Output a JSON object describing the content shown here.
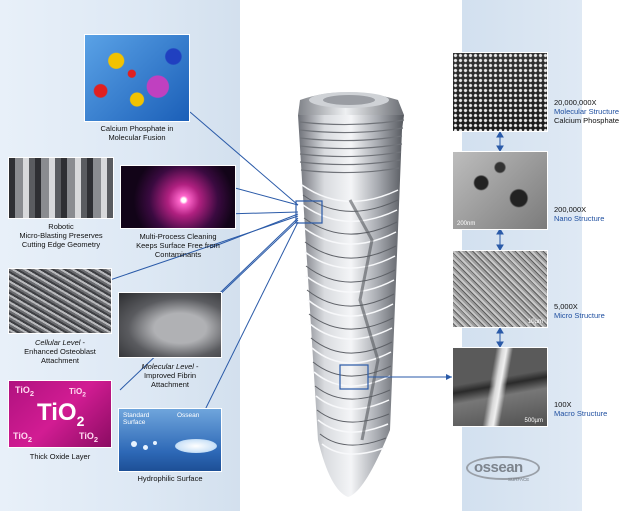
{
  "colors": {
    "line": "#2a5aa8",
    "accent": "#1f4fa0",
    "panel_bg": "#dfe9f4"
  },
  "left_panels": [
    {
      "name": "calcium-phosphate",
      "line1": "Calcium Phosphate in",
      "line2": "Molecular Fusion"
    },
    {
      "name": "robotic",
      "line1": "Robotic",
      "line2": "Micro-Blasting Preserves",
      "line3": "Cutting Edge Geometry"
    },
    {
      "name": "multi-process",
      "line1": "Multi-Process Cleaning",
      "line2": "Keeps Surface Free from",
      "line3": "Contaminants"
    },
    {
      "name": "cellular",
      "italic": "Cellular Level",
      "rest": " -",
      "line2": "Enhanced Osteoblast",
      "line3": "Attachment"
    },
    {
      "name": "molecular",
      "italic": "Molecular Level",
      "rest": " -",
      "line2": "Improved Fibrin",
      "line3": "Attachment"
    },
    {
      "name": "oxide",
      "line1": "Thick Oxide Layer"
    },
    {
      "name": "hydrophilic",
      "line1": "Hydrophilic Surface"
    }
  ],
  "tio2_label": "TiO",
  "tio2_sub": "2",
  "hydro_labels": {
    "standard_1": "Standard",
    "standard_2": "Surface",
    "ossean": "Ossean"
  },
  "right_panels": [
    {
      "mag": "20,000,000X",
      "desc": "Molecular Structure",
      "extra": "Calcium Phosphate",
      "scale": ""
    },
    {
      "mag": "200,000X",
      "desc": "Nano Structure",
      "scale": "200nm"
    },
    {
      "mag": "5,000X",
      "desc": "Micro Structure",
      "scale": "10µm"
    },
    {
      "mag": "100X",
      "desc": "Macro Structure",
      "scale": "500µm"
    }
  ],
  "logo": {
    "text": "ossean",
    "sub": "SURFACE"
  }
}
